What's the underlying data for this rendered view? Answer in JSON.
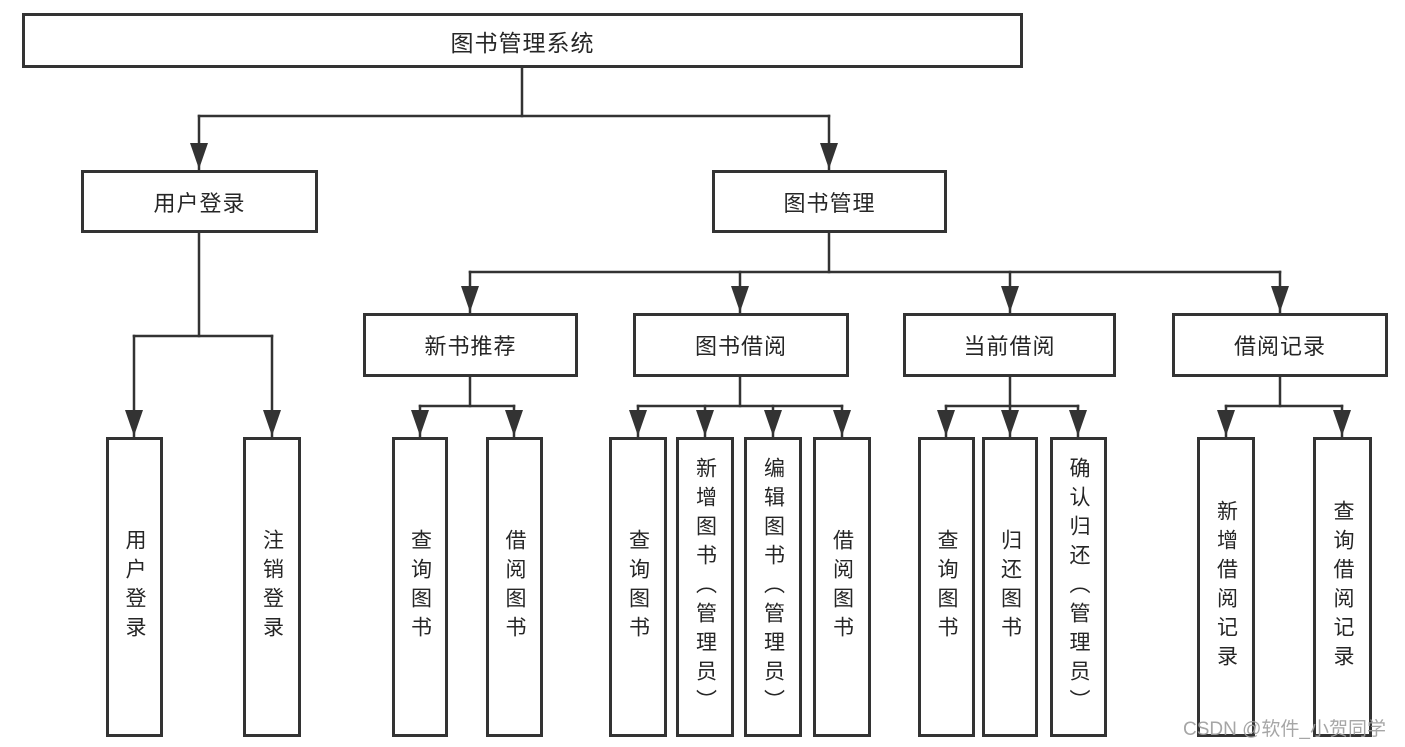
{
  "diagram": {
    "type": "tree",
    "watermark": "CSDN @软件_小贺同学",
    "colors": {
      "line": "#333333",
      "text": "#262626",
      "background": "#ffffff",
      "watermark": "#9f9f9f"
    },
    "tree": {
      "label": "图书管理系统",
      "children": [
        {
          "label": "用户登录",
          "children": [
            {
              "label": "用户登录"
            },
            {
              "label": "注销登录"
            }
          ]
        },
        {
          "label": "图书管理",
          "children": [
            {
              "label": "新书推荐",
              "children": [
                {
                  "label": "查询图书"
                },
                {
                  "label": "借阅图书"
                }
              ]
            },
            {
              "label": "图书借阅",
              "children": [
                {
                  "label": "查询图书"
                },
                {
                  "label": "新增图书（管理员）"
                },
                {
                  "label": "编辑图书（管理员）"
                },
                {
                  "label": "借阅图书"
                }
              ]
            },
            {
              "label": "当前借阅",
              "children": [
                {
                  "label": "查询图书"
                },
                {
                  "label": "归还图书"
                },
                {
                  "label": "确认归还（管理员）"
                }
              ]
            },
            {
              "label": "借阅记录",
              "children": [
                {
                  "label": "新增借阅记录"
                },
                {
                  "label": "查询借阅记录"
                }
              ]
            }
          ]
        }
      ]
    }
  }
}
